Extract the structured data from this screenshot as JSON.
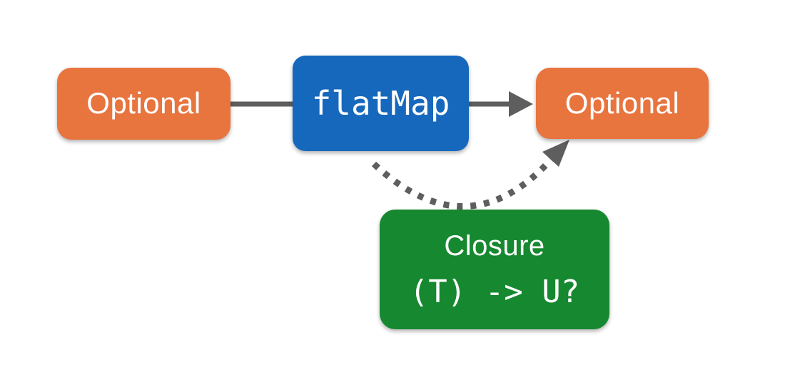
{
  "diagram": {
    "background": "#FFFFFF",
    "nodes": {
      "optional_input": {
        "id": "optional-input",
        "label": "Optional",
        "fill": "#E8743E",
        "text_color": "#FFFFFF",
        "shape": "rounded-rect"
      },
      "flatmap": {
        "id": "flatmap",
        "label": "flatMap",
        "fill": "#1668BD",
        "text_color": "#FFFFFF",
        "shape": "rounded-rect",
        "font_style": "monospace"
      },
      "optional_output": {
        "id": "optional-output",
        "label": "Optional",
        "fill": "#E8743E",
        "text_color": "#FFFFFF",
        "shape": "rounded-rect"
      },
      "closure": {
        "id": "closure",
        "label": "Closure",
        "sublabel": "(T) -> U?",
        "fill": "#16882F",
        "text_color": "#FFFFFF",
        "shape": "rounded-rect",
        "sublabel_font_style": "monospace"
      }
    },
    "edges": [
      {
        "from": "optional-input",
        "to": "flatmap",
        "style": "solid",
        "arrowhead": false,
        "color": "#5E5E5E"
      },
      {
        "from": "flatmap",
        "to": "optional-output",
        "style": "solid",
        "arrowhead": true,
        "color": "#5E5E5E"
      },
      {
        "from": "flatmap",
        "to": "optional-output",
        "style": "dotted-curve",
        "arrowhead": true,
        "color": "#5E5E5E",
        "note": "closure applied inside flatMap produces the output Optional"
      }
    ]
  }
}
